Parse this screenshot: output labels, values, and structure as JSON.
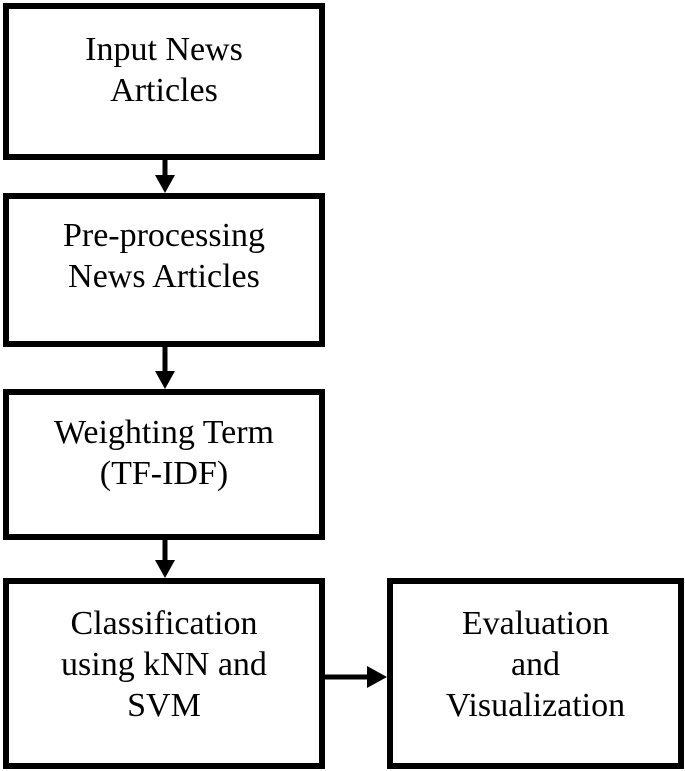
{
  "nodes": {
    "input": {
      "lines": [
        "Input News",
        "Articles"
      ]
    },
    "preprocessing": {
      "lines": [
        "Pre-processing",
        "News Articles"
      ]
    },
    "weighting": {
      "lines": [
        "Weighting Term",
        "(TF-IDF)"
      ]
    },
    "classification": {
      "lines": [
        "Classification",
        "using kNN and",
        "SVM"
      ]
    },
    "evaluation": {
      "lines": [
        "Evaluation",
        "and",
        "Visualization"
      ]
    }
  },
  "edges": [
    {
      "from": "input",
      "to": "preprocessing"
    },
    {
      "from": "preprocessing",
      "to": "weighting"
    },
    {
      "from": "weighting",
      "to": "classification"
    },
    {
      "from": "classification",
      "to": "evaluation"
    }
  ],
  "colors": {
    "stroke": "#000000",
    "fill": "#ffffff",
    "text": "#000000"
  }
}
